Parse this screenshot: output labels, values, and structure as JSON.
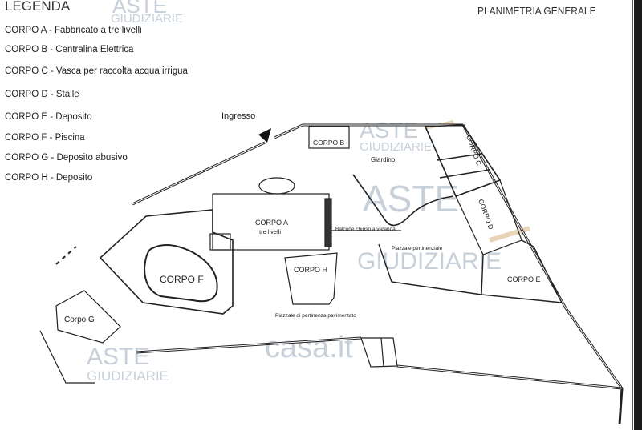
{
  "legend": {
    "title": "LEGENDA",
    "items": [
      "CORPO A - Fabbricato a tre livelli",
      "CORPO B - Centralina Elettrica",
      "CORPO C - Vasca per raccolta acqua irrigua",
      "CORPO D - Stalle",
      "CORPO E - Deposito",
      "CORPO F - Piscina",
      "CORPO G - Deposito abusivo",
      "CORPO H - Deposito"
    ]
  },
  "title": "PLANIMETRIA GENERALE",
  "plan": {
    "ingresso": "Ingresso",
    "corpo_a": "CORPO A",
    "corpo_a_sub": "tre livelli",
    "corpo_b": "CORPO B",
    "corpo_c": "CORPO C",
    "corpo_d": "CORPO D",
    "corpo_e": "CORPO E",
    "corpo_f": "CORPO F",
    "corpo_g": "Corpo G",
    "corpo_h": "CORPO H",
    "giardino": "Giardino",
    "balcone": "Balcone chiuso a veranda",
    "piazzale_pert": "Piazzale pertinenziale",
    "piazzale_pav": "Piazzale di pertinenza pavimentato"
  },
  "watermarks": {
    "aste": "ASTE",
    "giudiziarie": "GIUDIZIARIE",
    "casa": "casa.it"
  },
  "colors": {
    "line": "#222222",
    "watermark": "#9aaabb",
    "hammer": "#d9b98a"
  }
}
